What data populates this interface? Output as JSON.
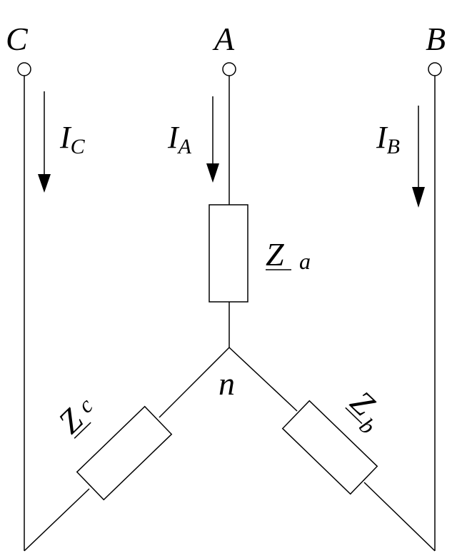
{
  "terminals": {
    "a": "A",
    "b": "B",
    "c": "C"
  },
  "currents": {
    "a": {
      "main": "I",
      "sub": "A"
    },
    "b": {
      "main": "I",
      "sub": "B"
    },
    "c": {
      "main": "I",
      "sub": "C"
    }
  },
  "impedances": {
    "a": {
      "main": "Z",
      "sub": "a"
    },
    "b": {
      "main": "Z",
      "sub": "b"
    },
    "c": {
      "main": "Z",
      "sub": "c"
    }
  },
  "neutral": "n"
}
